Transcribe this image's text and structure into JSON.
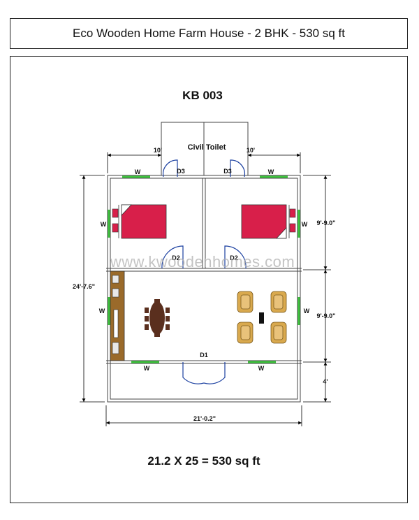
{
  "header": {
    "title": "Eco Wooden Home Farm House - 2 BHK - 530 sq ft"
  },
  "plan": {
    "code": "KB 003",
    "area_formula": "21.2 X 25 = 530 sq ft",
    "watermark": "www.kwoodenhomes.com",
    "rooms": {
      "toilet": "Civil Toilet"
    },
    "doors": {
      "d1": "D1",
      "d2_left": "D2",
      "d2_right": "D2",
      "d3_left": "D3",
      "d3_right": "D3"
    },
    "windows": {
      "top_left": "W",
      "top_right": "W",
      "left_bedroom": "W",
      "right_bedroom": "W",
      "left_kitchen": "W",
      "right_living": "W",
      "bottom_left": "W",
      "bottom_right": "W"
    },
    "dimensions": {
      "toilet_left": "10'",
      "toilet_right": "10'",
      "overall_height": "24'-7.6\"",
      "bedroom_height": "9'-9.0\"",
      "living_height": "9'-9.0\"",
      "veranda_height": "4'",
      "overall_width": "21'-0.2\""
    }
  },
  "colors": {
    "bed": "#d81f4a",
    "window": "#3ec43e",
    "door": "#1a3fa0",
    "sofa": "#d9a94e",
    "table": "#5a2f1e",
    "kitchen": "#9a6a2a",
    "watermark": "#b0b0b0"
  }
}
